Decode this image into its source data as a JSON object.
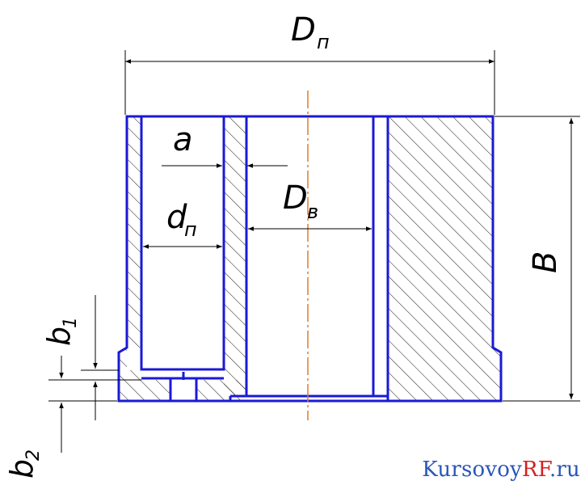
{
  "drawing": {
    "labels": {
      "D_outer": "D",
      "D_outer_sub": "п",
      "D_inner": "D",
      "D_inner_sub": "в",
      "a": "a",
      "d_hole": "d",
      "d_hole_sub": "п",
      "B": "B",
      "b1": "b",
      "b1_sub": "1",
      "b2": "b",
      "b2_sub": "2"
    },
    "colors": {
      "outline": "#1a1ad6",
      "centerline": "#e07a2a",
      "dimension": "#000000",
      "hatch": "#000000"
    }
  },
  "watermark": {
    "part1": "Kursovoy",
    "part2": "RF",
    "part3": ".ru"
  }
}
